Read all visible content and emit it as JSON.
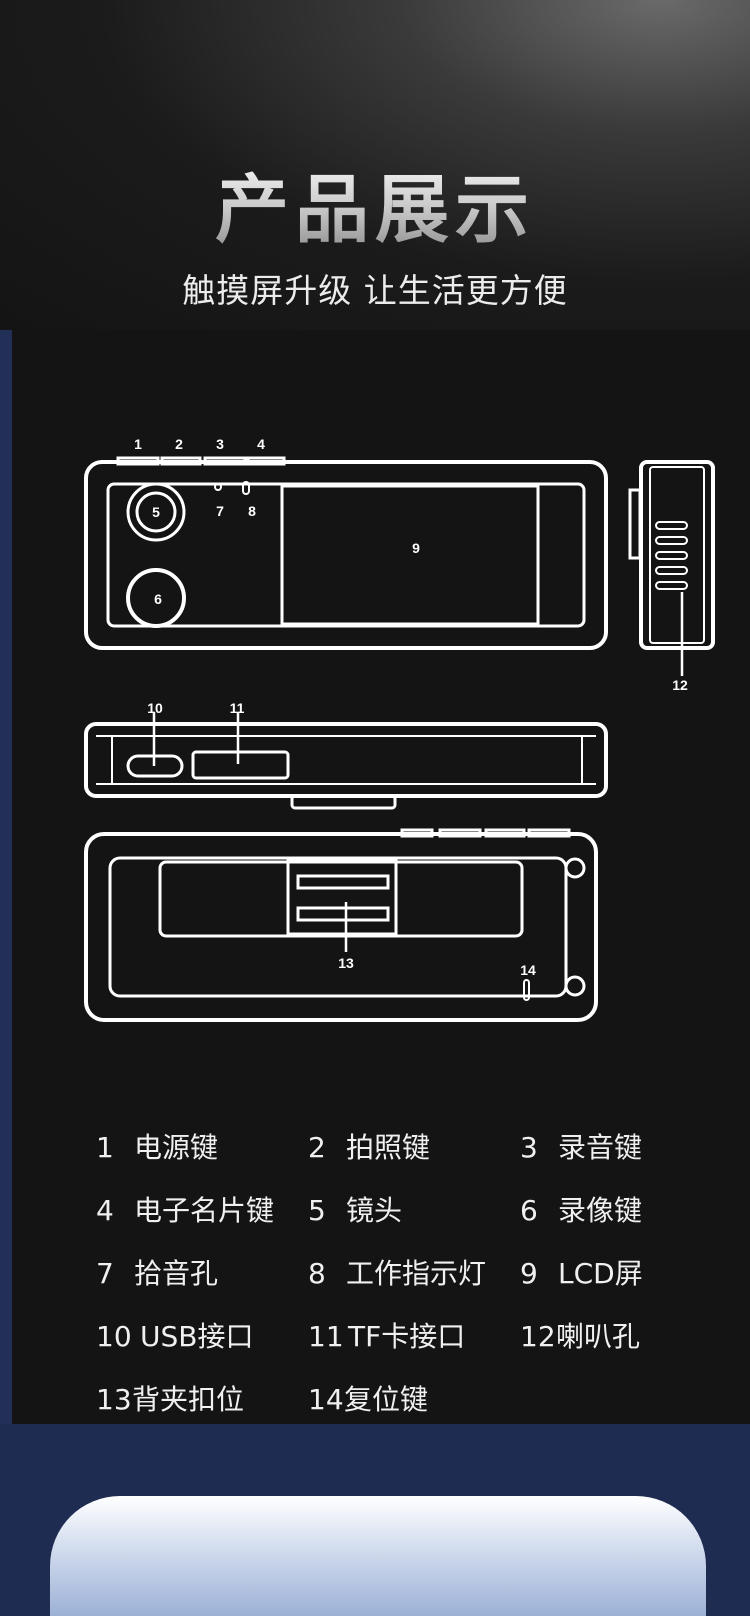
{
  "header": {
    "title": "产品展示",
    "subtitle": "触摸屏升级 让生活更方便"
  },
  "callouts": {
    "c1": "1",
    "c2": "2",
    "c3": "3",
    "c4": "4",
    "c5": "5",
    "c6": "6",
    "c7": "7",
    "c8": "8",
    "c9": "9",
    "c10": "10",
    "c11": "11",
    "c12": "12",
    "c13": "13",
    "c14": "14"
  },
  "legend": [
    {
      "num": "1",
      "label": "电源键"
    },
    {
      "num": "2",
      "label": "拍照键"
    },
    {
      "num": "3",
      "label": "录音键"
    },
    {
      "num": "4",
      "label": "电子名片键"
    },
    {
      "num": "5",
      "label": "镜头"
    },
    {
      "num": "6",
      "label": "录像键"
    },
    {
      "num": "7",
      "label": "拾音孔"
    },
    {
      "num": "8",
      "label": "工作指示灯"
    },
    {
      "num": "9",
      "label": "LCD屏"
    },
    {
      "num": "10",
      "label": "USB接口"
    },
    {
      "num": "11",
      "label": "TF卡接口"
    },
    {
      "num": "12",
      "label": "喇叭孔"
    },
    {
      "num": "13",
      "label": "背夹扣位"
    },
    {
      "num": "14",
      "label": "复位键"
    }
  ],
  "colors": {
    "background_navy": "#1f2c52",
    "panel_black": "#141414",
    "line_white": "#ffffff"
  }
}
